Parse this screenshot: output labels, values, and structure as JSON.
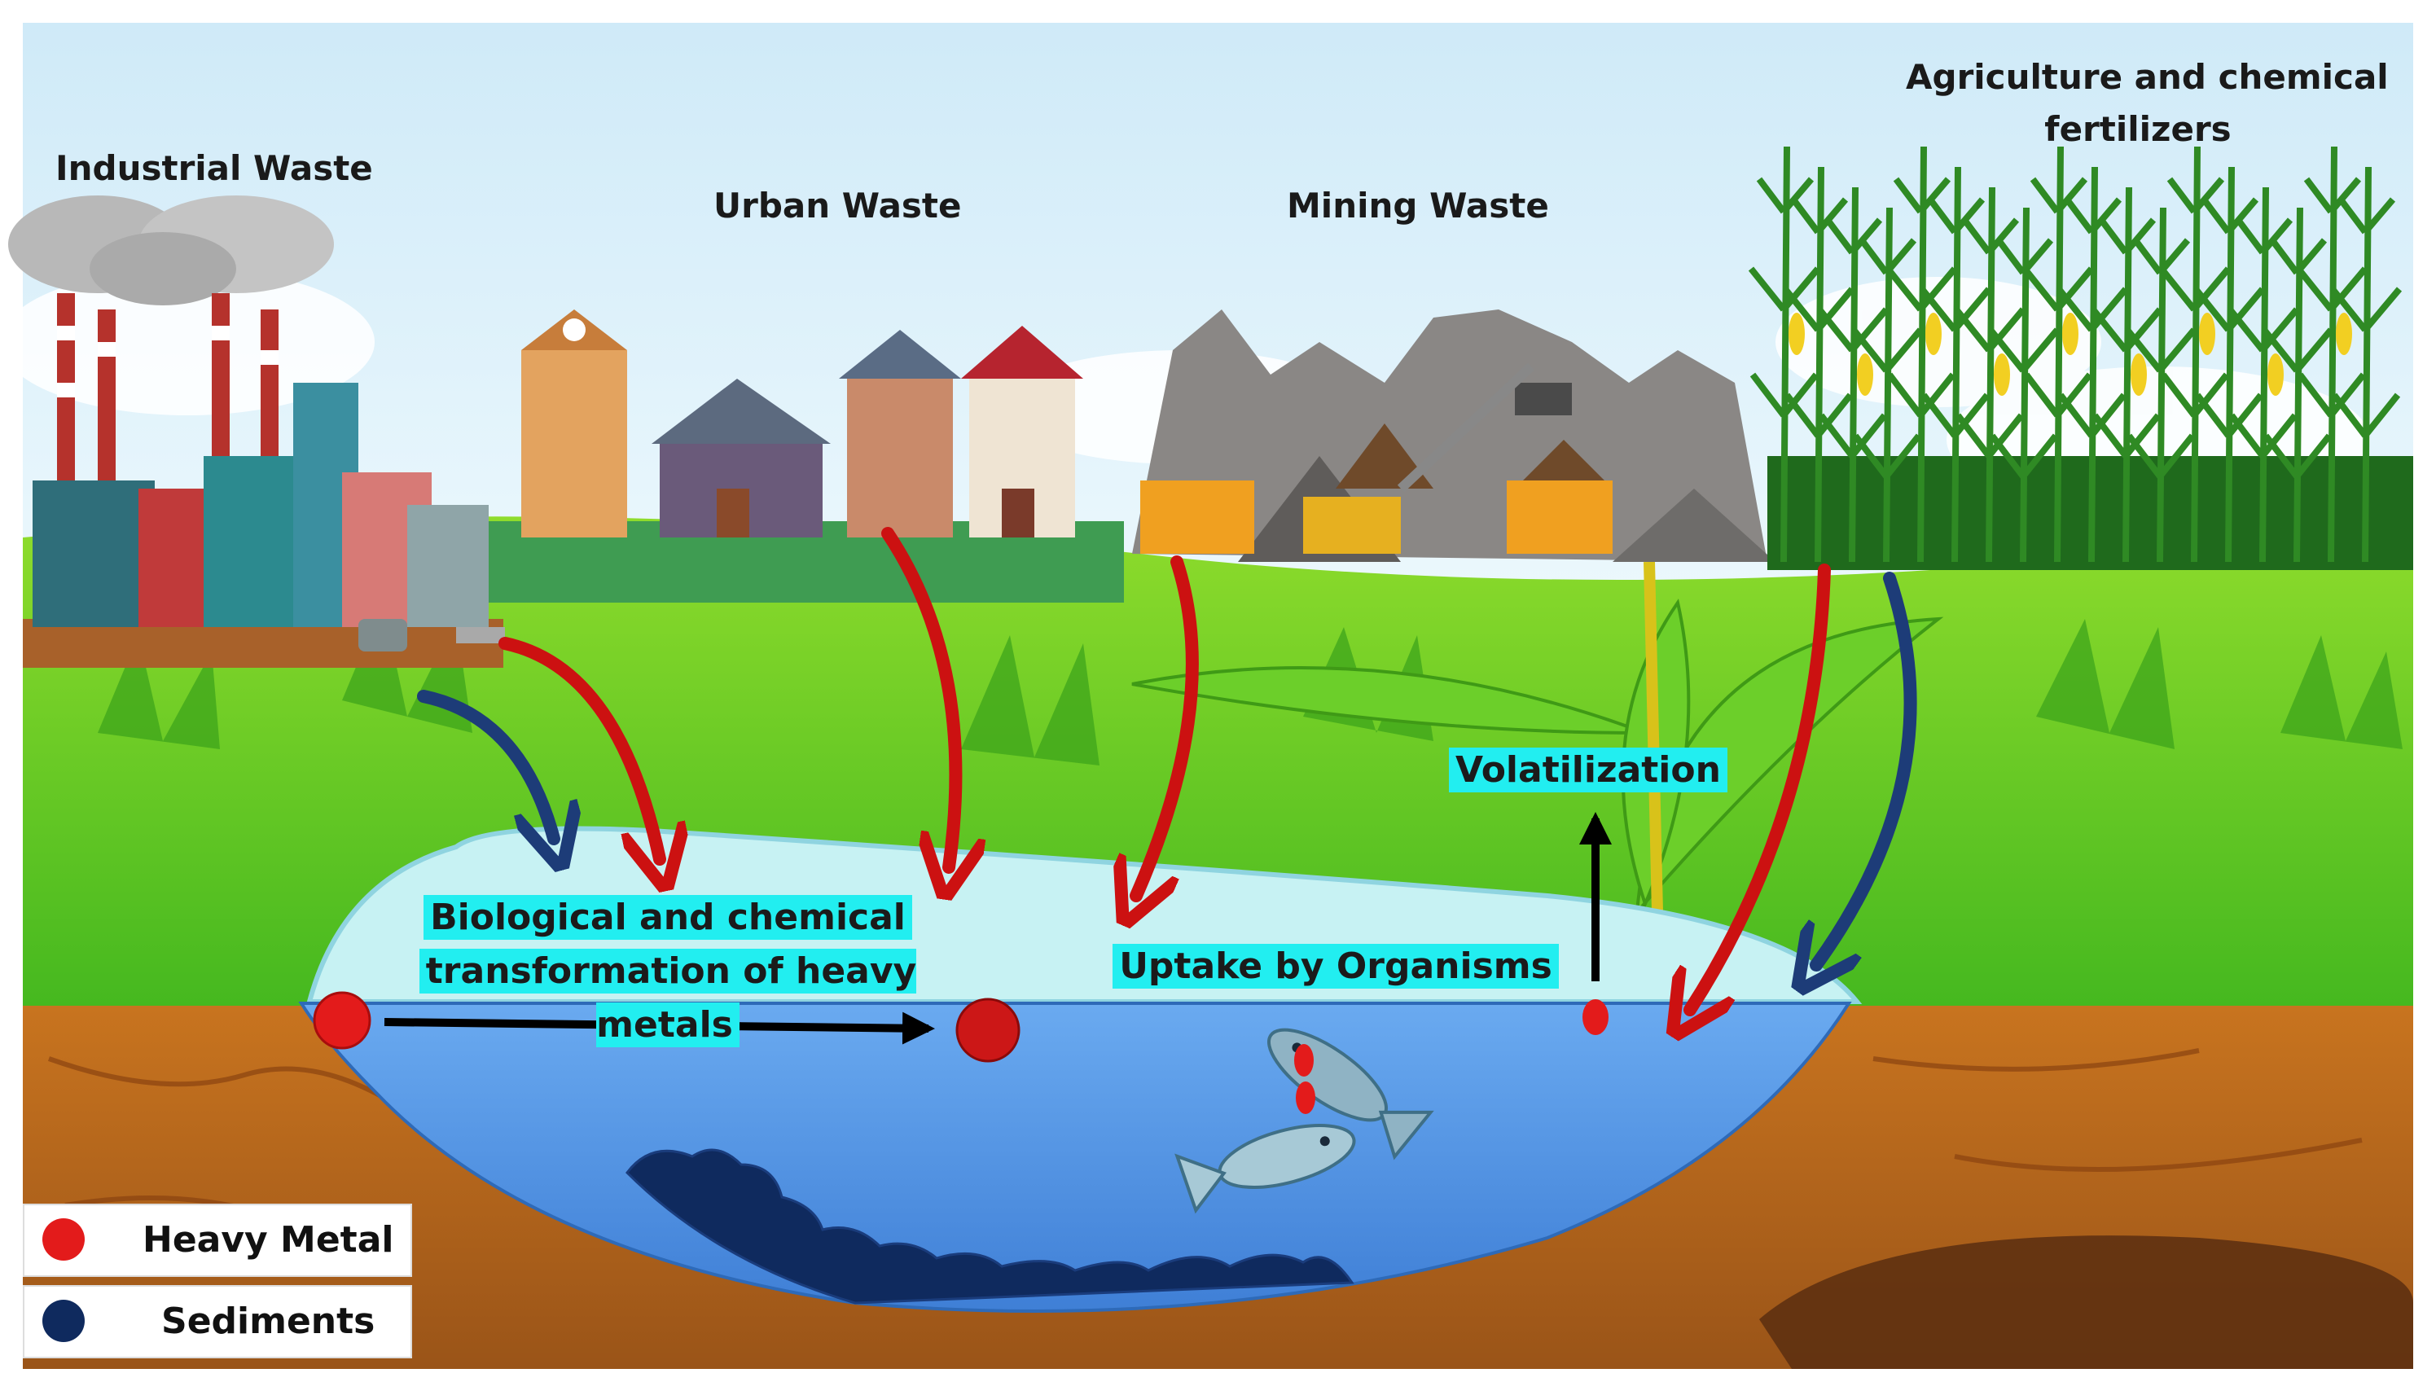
{
  "sources": {
    "industrial": "Industrial Waste",
    "urban": "Urban Waste",
    "mining": "Mining Waste",
    "agriculture_line1": "Agriculture and chemical",
    "agriculture_line2": "fertilizers"
  },
  "processes": {
    "transformation_line1": "Biological and chemical",
    "transformation_line2": "transformation of heavy metals",
    "uptake": "Uptake by Organisms",
    "volatilization": "Volatilization"
  },
  "legend": {
    "heavy_metal": "Heavy Metal",
    "sediments": "Sediments"
  },
  "colors": {
    "heavy_metal": "#e31b1b",
    "sediments": "#0f2a5e",
    "water": "#5b9be6",
    "water_light": "#bfeff2",
    "soil": "#b86a1e",
    "grass": "#58c520",
    "sky": "#dff3fb",
    "label_highlight": "#22eef0"
  }
}
